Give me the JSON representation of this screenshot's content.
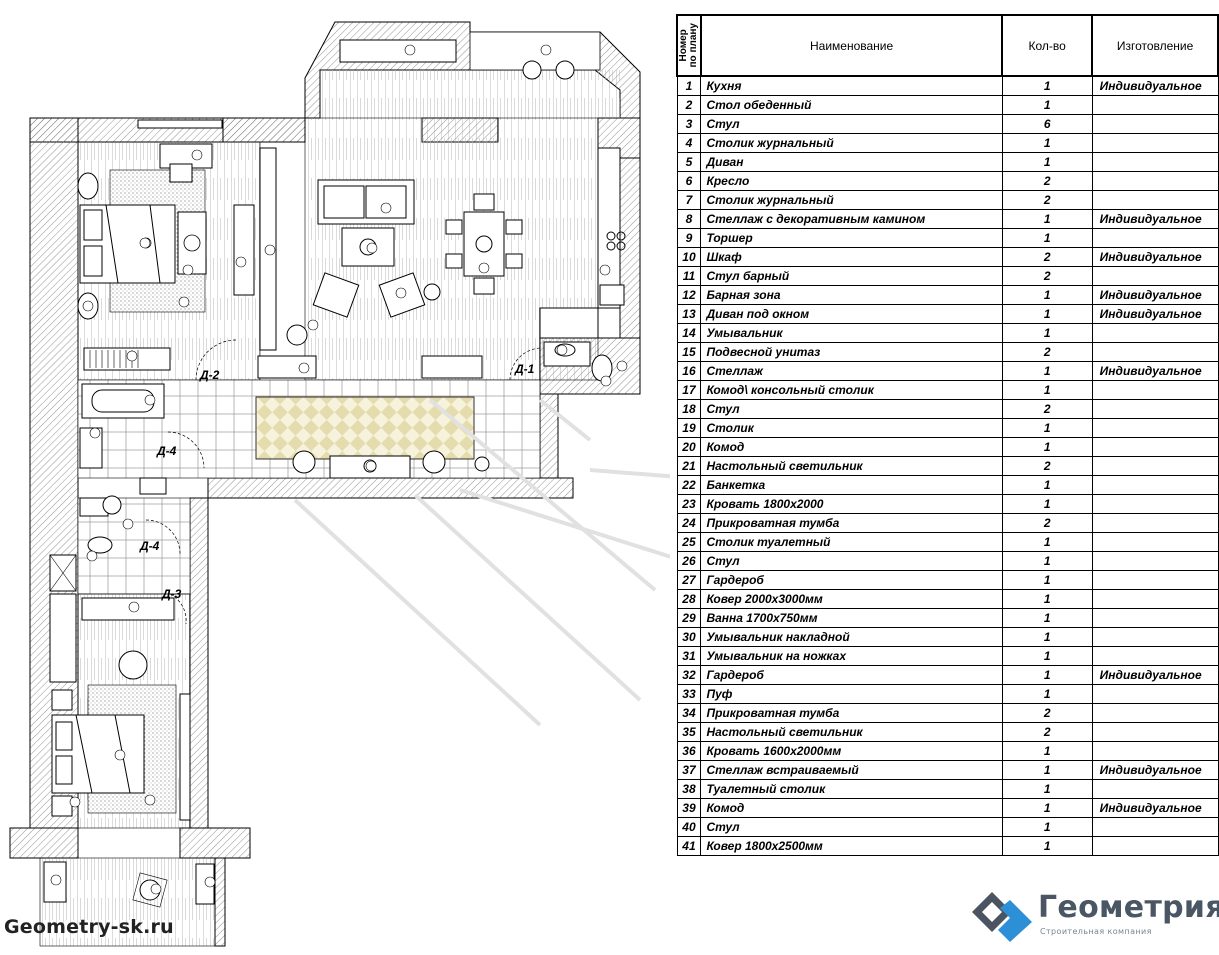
{
  "website": "Geometry-sk.ru",
  "door_labels": [
    "Д-2",
    "Д-1",
    "Д-4",
    "Д-4",
    "Д-3"
  ],
  "table": {
    "headers": {
      "number": "Номер\nпо плану",
      "name": "Наименование",
      "qty": "Кол-во",
      "make": "Изготовление"
    },
    "rows": [
      {
        "n": "1",
        "name": "Кухня",
        "qty": "1",
        "make": "Индивидуальное"
      },
      {
        "n": "2",
        "name": "Стол обеденный",
        "qty": "1",
        "make": ""
      },
      {
        "n": "3",
        "name": "Стул",
        "qty": "6",
        "make": ""
      },
      {
        "n": "4",
        "name": "Столик журнальный",
        "qty": "1",
        "make": ""
      },
      {
        "n": "5",
        "name": "Диван",
        "qty": "1",
        "make": ""
      },
      {
        "n": "6",
        "name": "Кресло",
        "qty": "2",
        "make": ""
      },
      {
        "n": "7",
        "name": "Столик журнальный",
        "qty": "2",
        "make": ""
      },
      {
        "n": "8",
        "name": "Стеллаж с декоративным камином",
        "qty": "1",
        "make": "Индивидуальное"
      },
      {
        "n": "9",
        "name": "Торшер",
        "qty": "1",
        "make": ""
      },
      {
        "n": "10",
        "name": "Шкаф",
        "qty": "2",
        "make": "Индивидуальное"
      },
      {
        "n": "11",
        "name": "Стул барный",
        "qty": "2",
        "make": ""
      },
      {
        "n": "12",
        "name": "Барная зона",
        "qty": "1",
        "make": "Индивидуальное"
      },
      {
        "n": "13",
        "name": "Диван под окном",
        "qty": "1",
        "make": "Индивидуальное"
      },
      {
        "n": "14",
        "name": "Умывальник",
        "qty": "1",
        "make": ""
      },
      {
        "n": "15",
        "name": "Подвесной унитаз",
        "qty": "2",
        "make": ""
      },
      {
        "n": "16",
        "name": "Стеллаж",
        "qty": "1",
        "make": "Индивидуальное"
      },
      {
        "n": "17",
        "name": "Комод\\ консольный столик",
        "qty": "1",
        "make": ""
      },
      {
        "n": "18",
        "name": " Стул",
        "qty": "2",
        "make": ""
      },
      {
        "n": "19",
        "name": "Столик",
        "qty": "1",
        "make": ""
      },
      {
        "n": "20",
        "name": "Комод",
        "qty": "1",
        "make": ""
      },
      {
        "n": "21",
        "name": "Настольный светильник",
        "qty": "2",
        "make": ""
      },
      {
        "n": "22",
        "name": "Банкетка",
        "qty": "1",
        "make": ""
      },
      {
        "n": "23",
        "name": "Кровать 1800х2000",
        "qty": "1",
        "make": ""
      },
      {
        "n": "24",
        "name": "Прикроватная тумба",
        "qty": "2",
        "make": ""
      },
      {
        "n": "25",
        "name": "Столик туалетный",
        "qty": "1",
        "make": ""
      },
      {
        "n": "26",
        "name": "Стул",
        "qty": "1",
        "make": ""
      },
      {
        "n": "27",
        "name": "Гардероб",
        "qty": "1",
        "make": ""
      },
      {
        "n": "28",
        "name": "Ковер 2000х3000мм",
        "qty": "1",
        "make": ""
      },
      {
        "n": "29",
        "name": "Ванна 1700х750мм",
        "qty": "1",
        "make": ""
      },
      {
        "n": "30",
        "name": "Умывальник накладной",
        "qty": "1",
        "make": ""
      },
      {
        "n": "31",
        "name": "Умывальник на ножках",
        "qty": "1",
        "make": ""
      },
      {
        "n": "32",
        "name": "Гардероб",
        "qty": "1",
        "make": "Индивидуальное"
      },
      {
        "n": "33",
        "name": "Пуф",
        "qty": "1",
        "make": ""
      },
      {
        "n": "34",
        "name": "Прикроватная тумба",
        "qty": "2",
        "make": ""
      },
      {
        "n": "35",
        "name": "Настольный светильник",
        "qty": "2",
        "make": ""
      },
      {
        "n": "36",
        "name": "Кровать 1600х2000мм",
        "qty": "1",
        "make": ""
      },
      {
        "n": "37",
        "name": "Стеллаж встраиваемый",
        "qty": "1",
        "make": "Индивидуальное"
      },
      {
        "n": "38",
        "name": "Туалетный столик",
        "qty": "1",
        "make": ""
      },
      {
        "n": "39",
        "name": "Комод",
        "qty": "1",
        "make": "Индивидуальное"
      },
      {
        "n": "40",
        "name": "Стул",
        "qty": "1",
        "make": ""
      },
      {
        "n": "41",
        "name": "Ковер 1800х2500мм",
        "qty": "1",
        "make": ""
      }
    ]
  },
  "logo": {
    "name": "Геометрия",
    "subtitle": "Строительная компания",
    "colors": {
      "dark": "#4b5561",
      "blue": "#2d8fd6"
    }
  }
}
